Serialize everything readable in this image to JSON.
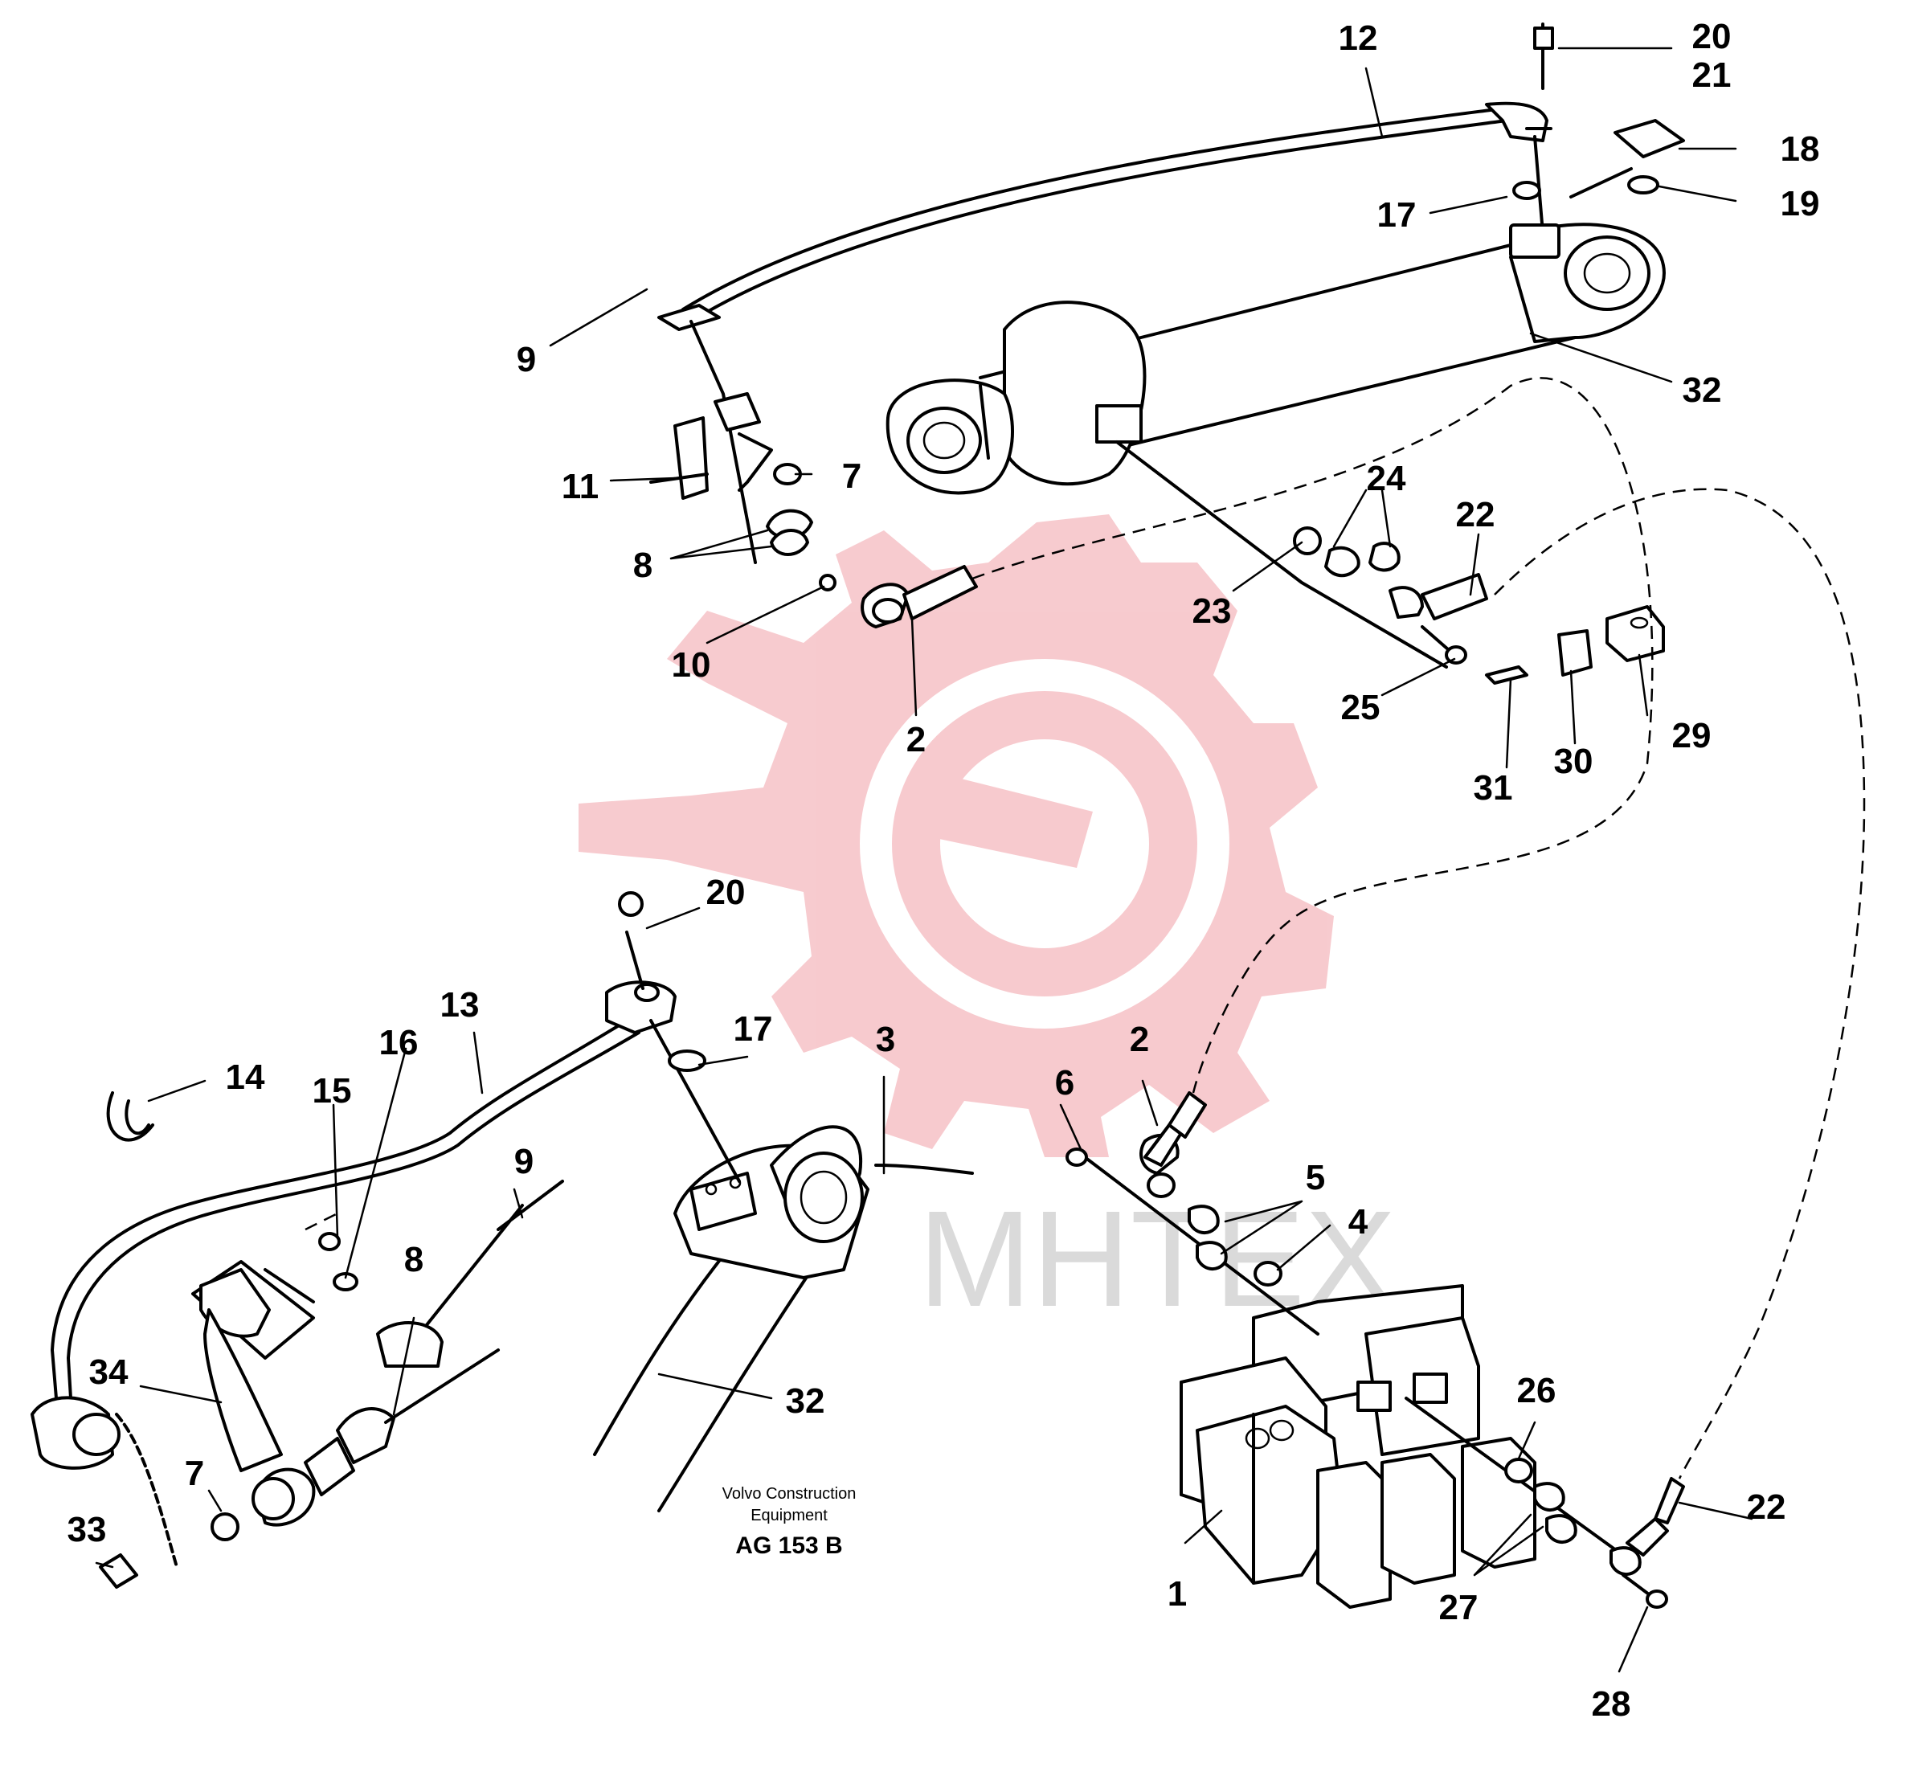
{
  "watermark": {
    "text": "MHTEX",
    "gear_color": "#f7c8cc",
    "text_color": "#d9d9d9"
  },
  "caption": {
    "line1": "Volvo Construction",
    "line2": "Equipment",
    "code": "AG 153 B"
  },
  "labels": [
    {
      "id": "l12a",
      "text": "12"
    },
    {
      "id": "l20a",
      "text": "20"
    },
    {
      "id": "l21a",
      "text": "21"
    },
    {
      "id": "l18a",
      "text": "18"
    },
    {
      "id": "l19a",
      "text": "19"
    },
    {
      "id": "l17a",
      "text": "17"
    },
    {
      "id": "l32a",
      "text": "32"
    },
    {
      "id": "l9a",
      "text": "9"
    },
    {
      "id": "l11a",
      "text": "11"
    },
    {
      "id": "l7a",
      "text": "7"
    },
    {
      "id": "l8a",
      "text": "8"
    },
    {
      "id": "l10a",
      "text": "10"
    },
    {
      "id": "l2a",
      "text": "2"
    },
    {
      "id": "l24a",
      "text": "24"
    },
    {
      "id": "l22a",
      "text": "22"
    },
    {
      "id": "l23a",
      "text": "23"
    },
    {
      "id": "l25a",
      "text": "25"
    },
    {
      "id": "l31a",
      "text": "31"
    },
    {
      "id": "l30a",
      "text": "30"
    },
    {
      "id": "l29a",
      "text": "29"
    },
    {
      "id": "l20b",
      "text": "20"
    },
    {
      "id": "l13a",
      "text": "13"
    },
    {
      "id": "l17b",
      "text": "17"
    },
    {
      "id": "l3a",
      "text": "3"
    },
    {
      "id": "l2b",
      "text": "2"
    },
    {
      "id": "l6a",
      "text": "6"
    },
    {
      "id": "l14a",
      "text": "14"
    },
    {
      "id": "l15a",
      "text": "15"
    },
    {
      "id": "l16a",
      "text": "16"
    },
    {
      "id": "l9b",
      "text": "9"
    },
    {
      "id": "l5a",
      "text": "5"
    },
    {
      "id": "l4a",
      "text": "4"
    },
    {
      "id": "l8b",
      "text": "8"
    },
    {
      "id": "l34a",
      "text": "34"
    },
    {
      "id": "l32b",
      "text": "32"
    },
    {
      "id": "l26a",
      "text": "26"
    },
    {
      "id": "l7b",
      "text": "7"
    },
    {
      "id": "l33a",
      "text": "33"
    },
    {
      "id": "l22b",
      "text": "22"
    },
    {
      "id": "l1a",
      "text": "1"
    },
    {
      "id": "l27a",
      "text": "27"
    },
    {
      "id": "l28a",
      "text": "28"
    }
  ]
}
